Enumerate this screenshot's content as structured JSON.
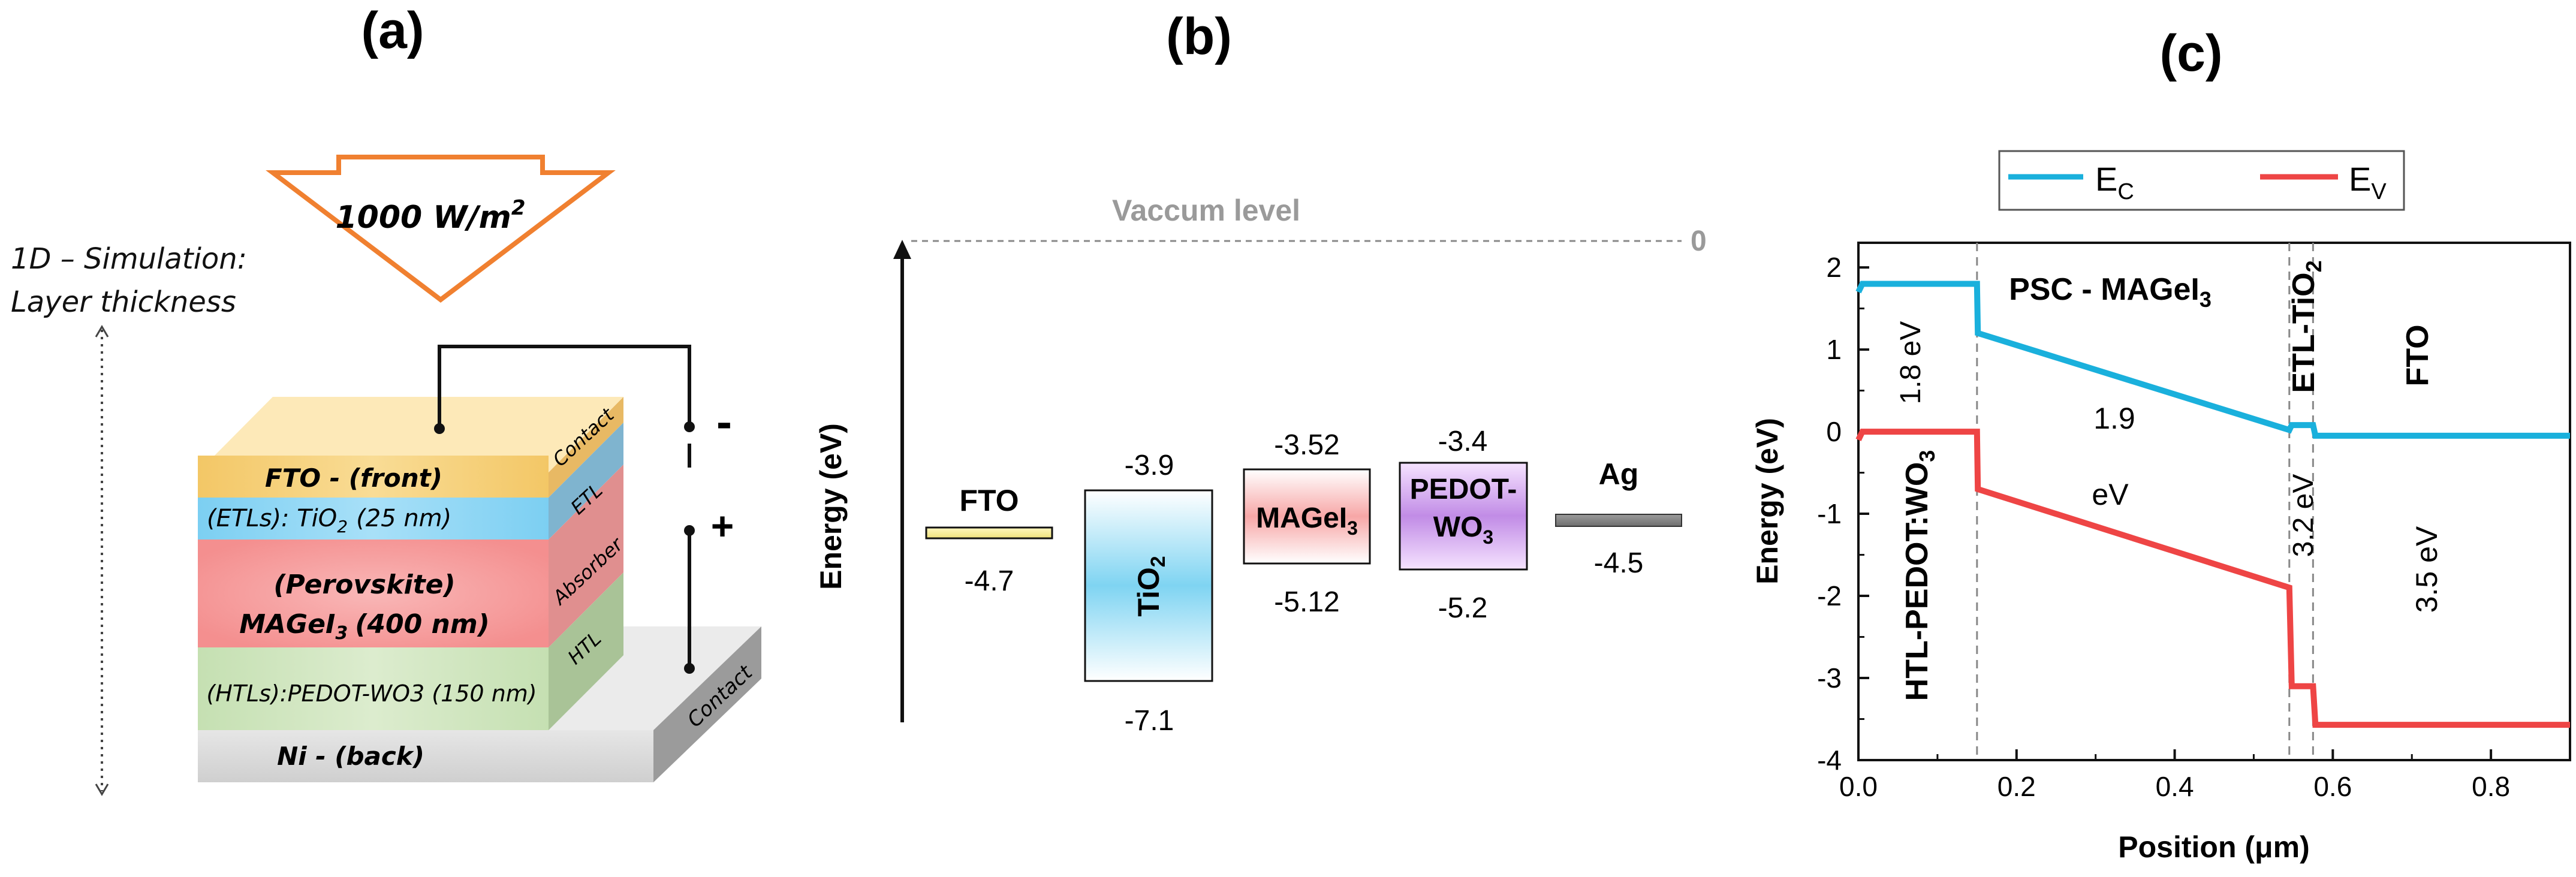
{
  "panel_labels": [
    "(a)",
    "(b)",
    "(c)"
  ],
  "panel_a": {
    "light": "1000 W/m",
    "light_sup": "2",
    "sim_line1": "1D – Simulation:",
    "sim_line2": "Layer thickness",
    "fto": "FTO - (front)",
    "etl_prefix": "(ETLs): TiO",
    "etl_sub": "2",
    "etl_suffix": "(25 nm)",
    "abs_line1": "(Perovskite)",
    "abs_line2a": "MAGeI",
    "abs_line2_sub": "3",
    "abs_line2b": "(400 nm)",
    "htl": "(HTLs):PEDOT-WO3 (150 nm)",
    "ni": "Ni - (back)",
    "side_contact_top": "Contact",
    "side_etl": "ETL",
    "side_absorber": "Absorber",
    "side_htl": "HTL",
    "side_contact_bottom": "Contact",
    "minus": "-",
    "plus": "+",
    "colors": {
      "fto": "#f7d27a",
      "etl": "#8fd3f2",
      "absorber": "#f6a5a5",
      "htl": "#cfe4c0",
      "ni": "#dcdcdc",
      "arrow": "#f08030"
    }
  },
  "panel_b": {
    "vacuum_label": "Vaccum level",
    "vacuum_value": "0",
    "ylabel": "Energy (eV)",
    "materials": [
      {
        "name": "FTO",
        "level": "-4.7"
      },
      {
        "name": "TiO",
        "sub": "2",
        "top": "-3.9",
        "bottom": "-7.1"
      },
      {
        "name": "MAGeI",
        "sub": "3",
        "top": "-3.52",
        "bottom": "-5.12"
      },
      {
        "name": "PEDOT-",
        "name2": "WO",
        "sub": "3",
        "top": "-3.4",
        "bottom": "-5.2"
      },
      {
        "name": "Ag",
        "level": "-4.5"
      }
    ]
  },
  "chart_data": {
    "type": "line",
    "xlabel": "Position (μm)",
    "ylabel": "Energy (eV)",
    "xlim": [
      0.0,
      0.9
    ],
    "ylim": [
      -4,
      2.3
    ],
    "xticks": [
      "0.0",
      "0.2",
      "0.4",
      "0.6",
      "0.8"
    ],
    "yticks": [
      "2",
      "1",
      "0",
      "-1",
      "-2",
      "-3",
      "-4"
    ],
    "legend_position": "top",
    "series": [
      {
        "name": "E",
        "sub": "C",
        "color": "#1ab0dc",
        "x": [
          0.0,
          0.005,
          0.15,
          0.151,
          0.545,
          0.548,
          0.575,
          0.578,
          0.9
        ],
        "y": [
          1.7,
          1.8,
          1.8,
          1.2,
          0.02,
          0.08,
          0.08,
          -0.05,
          -0.05
        ]
      },
      {
        "name": "E",
        "sub": "V",
        "color": "#ee4545",
        "x": [
          0.0,
          0.005,
          0.15,
          0.151,
          0.545,
          0.548,
          0.575,
          0.578,
          0.9
        ],
        "y": [
          -0.1,
          0.0,
          0.0,
          -0.7,
          -1.9,
          -3.1,
          -3.1,
          -3.57,
          -3.57
        ]
      }
    ],
    "annotations": {
      "psc_prefix": "PSC - MAGeI",
      "psc_sub": "3",
      "etl_prefix": "ETL-TiO",
      "etl_sub": "2",
      "fto": "FTO",
      "htl": "HTL-PEDOT:WO",
      "htl_sub": "3",
      "gap_htl": "1.8 eV",
      "gap_abs_1": "1.9",
      "gap_abs_2": "eV",
      "gap_etl": "3.2 eV",
      "gap_fto": "3.5 eV"
    },
    "dashed_x": [
      0.15,
      0.545,
      0.575
    ]
  }
}
